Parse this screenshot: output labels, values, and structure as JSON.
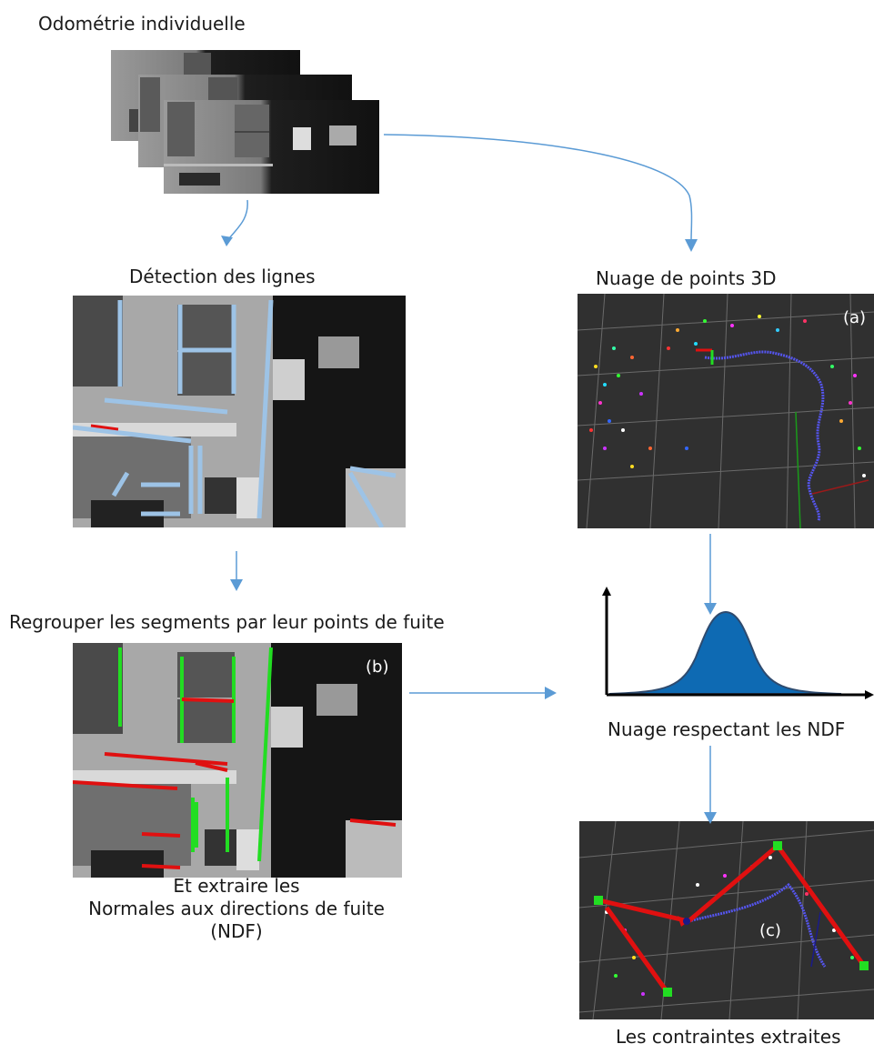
{
  "labels": {
    "odometrie": "Odométrie individuelle",
    "detection": "Détection des lignes",
    "nuage3d": "Nuage de points 3D",
    "regrouper": "Regrouper les segments par leur points de fuite",
    "extraire_line1": "Et extraire les",
    "extraire_line2": "Normales aux directions de fuite",
    "extraire_line3": "(NDF)",
    "nuage_ndf": "Nuage respectant les NDF",
    "contraintes": "Les contraintes extraites"
  },
  "panel_tags": {
    "a": "(a)",
    "b": "(b)",
    "c": "(c)"
  },
  "colors": {
    "arrow": "#5b9bd5",
    "line_detect": "#9dc3e6",
    "vanishing_green": "#22dd22",
    "vanishing_red": "#e01010",
    "gaussian_fill": "#0e6ab3",
    "rviz_bg": "#303030",
    "rviz_grid": "#6a6a6a",
    "trajectory": "#5555ee"
  },
  "icons": {
    "camera_frames": "grayscale-frame-stack",
    "point_cloud": "rviz-point-cloud",
    "gaussian": "gaussian-curve-icon"
  }
}
